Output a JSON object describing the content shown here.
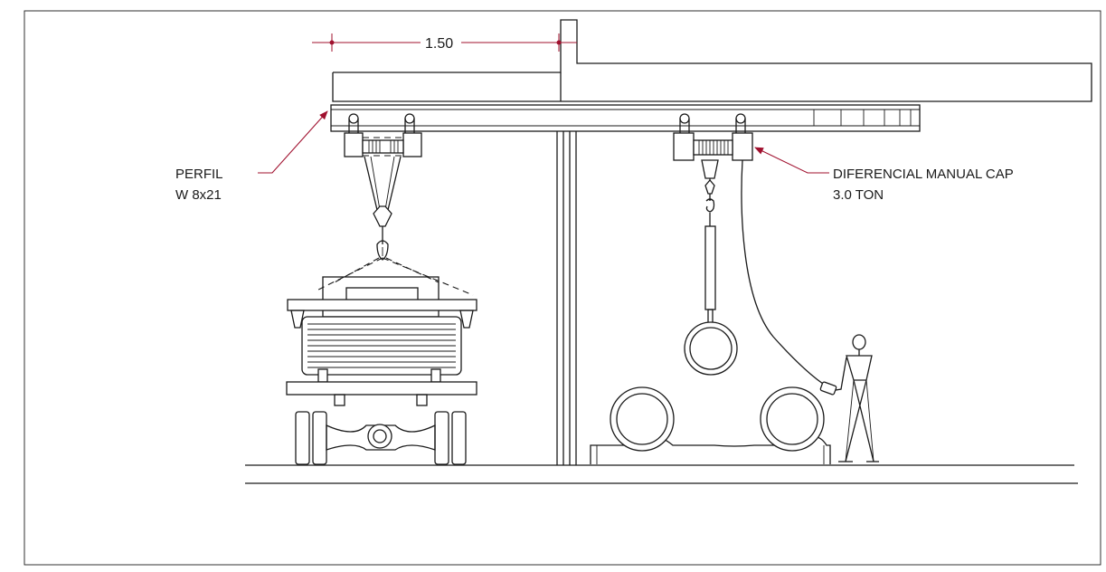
{
  "dimension": {
    "value": "1.50"
  },
  "labels": {
    "beam": {
      "line1": "PERFIL",
      "line2": "W 8x21"
    },
    "hoist": {
      "line1": "DIFERENCIAL MANUAL CAP",
      "line2": "3.0 TON"
    }
  },
  "colors": {
    "line": "#1a1a1a",
    "annotation": "#a0102e",
    "background": "#ffffff"
  }
}
